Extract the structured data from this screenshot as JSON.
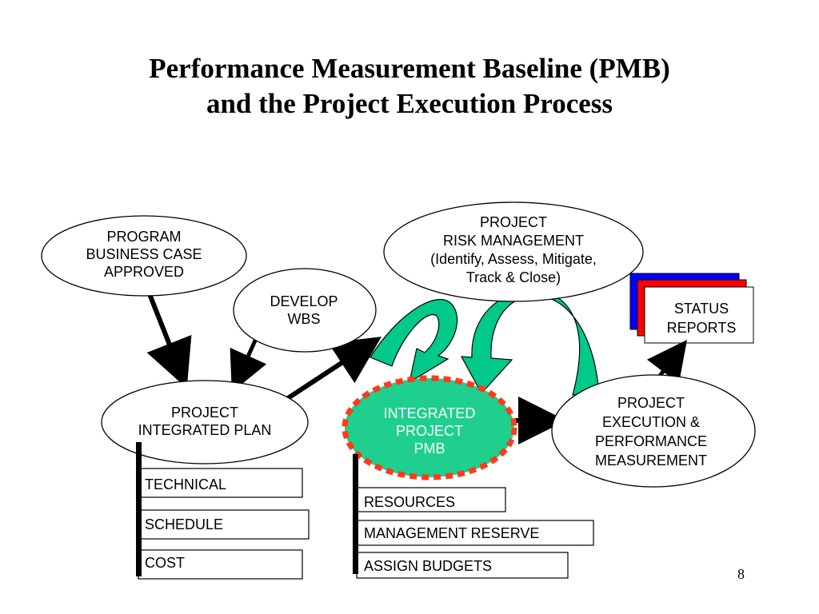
{
  "slide": {
    "title_line1": "Performance Measurement Baseline (PMB)",
    "title_line2": "and the Project Execution Process",
    "page_number": "8"
  },
  "nodes": {
    "program": {
      "line1": "PROGRAM",
      "line2": "BUSINESS CASE",
      "line3": "APPROVED"
    },
    "develop": {
      "line1": "DEVELOP",
      "line2": "WBS"
    },
    "risk": {
      "line1": "PROJECT",
      "line2": "RISK MANAGEMENT",
      "line3": "(Identify, Assess, Mitigate,",
      "line4": "Track & Close)"
    },
    "plan": {
      "line1": "PROJECT",
      "line2": "INTEGRATED PLAN"
    },
    "integrated": {
      "line1": "INTEGRATED",
      "line2": "PROJECT",
      "line3": "PMB"
    },
    "execution": {
      "line1": "PROJECT",
      "line2": "EXECUTION &",
      "line3": "PERFORMANCE",
      "line4": "MEASUREMENT"
    },
    "status": {
      "line1": "STATUS",
      "line2": "REPORTS"
    }
  },
  "plan_boxes": [
    "TECHNICAL",
    "SCHEDULE",
    "COST"
  ],
  "pmb_boxes": [
    "RESOURCES",
    "MANAGEMENT RESERVE",
    "ASSIGN BUDGETS"
  ],
  "colors": {
    "arrow_green": "#00c98a",
    "pmb_fill": "#1fcf8e",
    "pmb_border": "#ff3a1a",
    "report_blue": "#0000ff",
    "report_red": "#ff0000"
  }
}
